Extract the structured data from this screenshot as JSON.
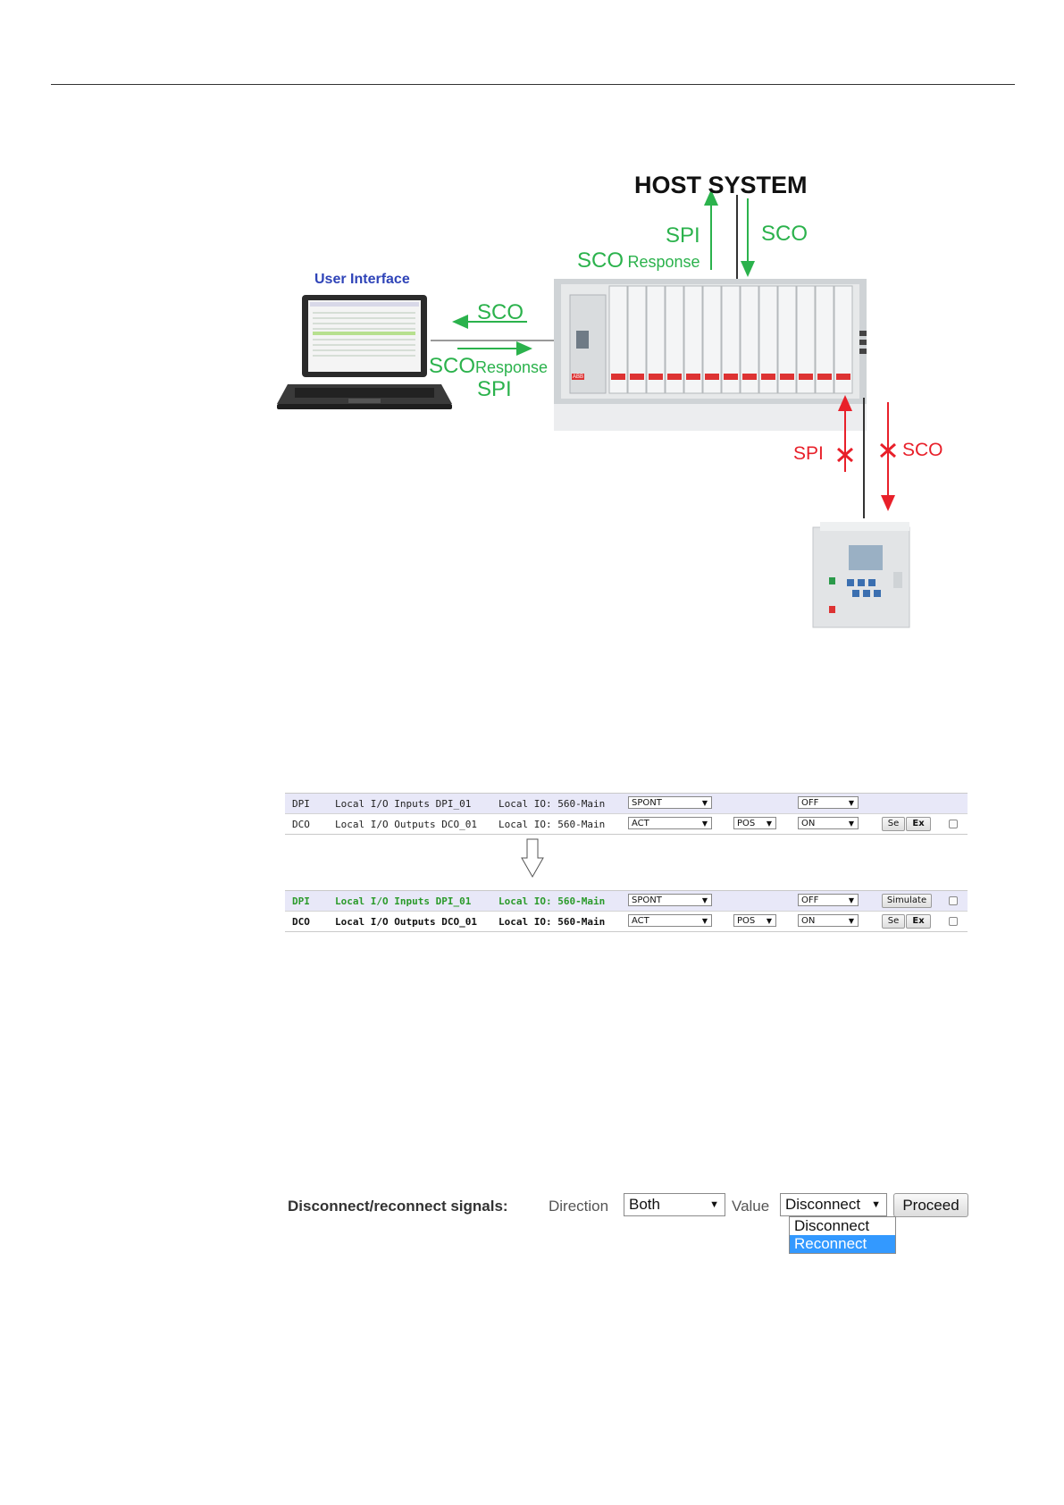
{
  "diagram": {
    "host_title": "HOST SYSTEM",
    "ui_title": "User Interface",
    "host_up_spi": "SPI",
    "host_down_sco": "SCO",
    "host_sco_word": "SCO",
    "host_response_word": "Response",
    "ui_sco": "SCO",
    "ui_sco_word": "SCO",
    "ui_response_word": "Response",
    "ui_spi": "SPI",
    "ied_spi": "SPI",
    "ied_sco": "SCO",
    "rtu_brand": "ABB",
    "colors": {
      "green": "#2bb24c",
      "red": "#e8202a",
      "ui_title": "#2f44b8"
    }
  },
  "table_before": {
    "rows": [
      {
        "type": "DPI",
        "name": "Local I/O Inputs DPI_01",
        "source": "Local IO: 560-Main",
        "cause": "SPONT",
        "value": "OFF",
        "qual": ""
      },
      {
        "type": "DCO",
        "name": "Local I/O Outputs DCO_01",
        "source": "Local IO: 560-Main",
        "cause": "ACT",
        "qual": "POS",
        "value": "ON",
        "btn_se": "Se",
        "btn_ex": "Ex"
      }
    ]
  },
  "table_after": {
    "rows": [
      {
        "type": "DPI",
        "name": "Local I/O Inputs DPI_01",
        "source": "Local IO: 560-Main",
        "cause": "SPONT",
        "value": "OFF",
        "btn_sim": "Simulate"
      },
      {
        "type": "DCO",
        "name": "Local I/O Outputs DCO_01",
        "source": "Local IO: 560-Main",
        "cause": "ACT",
        "qual": "POS",
        "value": "ON",
        "btn_se": "Se",
        "btn_ex": "Ex"
      }
    ]
  },
  "disconnect": {
    "label": "Disconnect/reconnect signals:",
    "direction_label": "Direction",
    "direction_value": "Both",
    "value_label": "Value",
    "value_selected": "Disconnect",
    "options": [
      "Disconnect",
      "Reconnect"
    ],
    "highlighted_option": "Reconnect",
    "proceed": "Proceed"
  }
}
